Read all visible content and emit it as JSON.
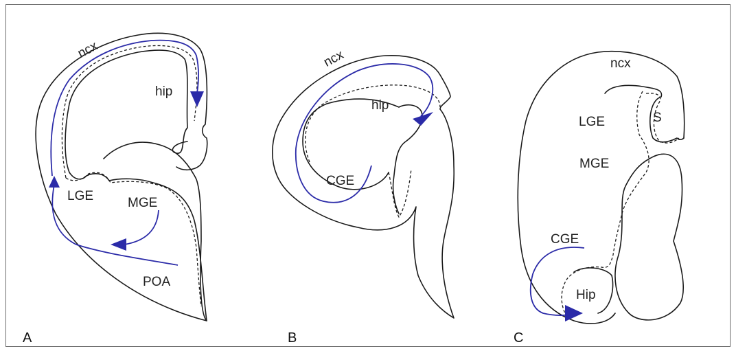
{
  "panels": [
    {
      "letter": "A",
      "regions": {
        "ncx": "ncx",
        "hip": "hip",
        "lge": "LGE",
        "mge": "MGE",
        "poa": "POA"
      }
    },
    {
      "letter": "B",
      "regions": {
        "ncx": "ncx",
        "hip": "hip",
        "cge": "CGE"
      }
    },
    {
      "letter": "C",
      "regions": {
        "ncx": "ncx",
        "s": "S",
        "lge": "LGE",
        "mge": "MGE",
        "cge": "CGE",
        "hip": "Hip"
      }
    }
  ],
  "colors": {
    "migration": "#2b2ba8",
    "outline": "#1a1a1a",
    "frame": "#6b6b6b"
  }
}
